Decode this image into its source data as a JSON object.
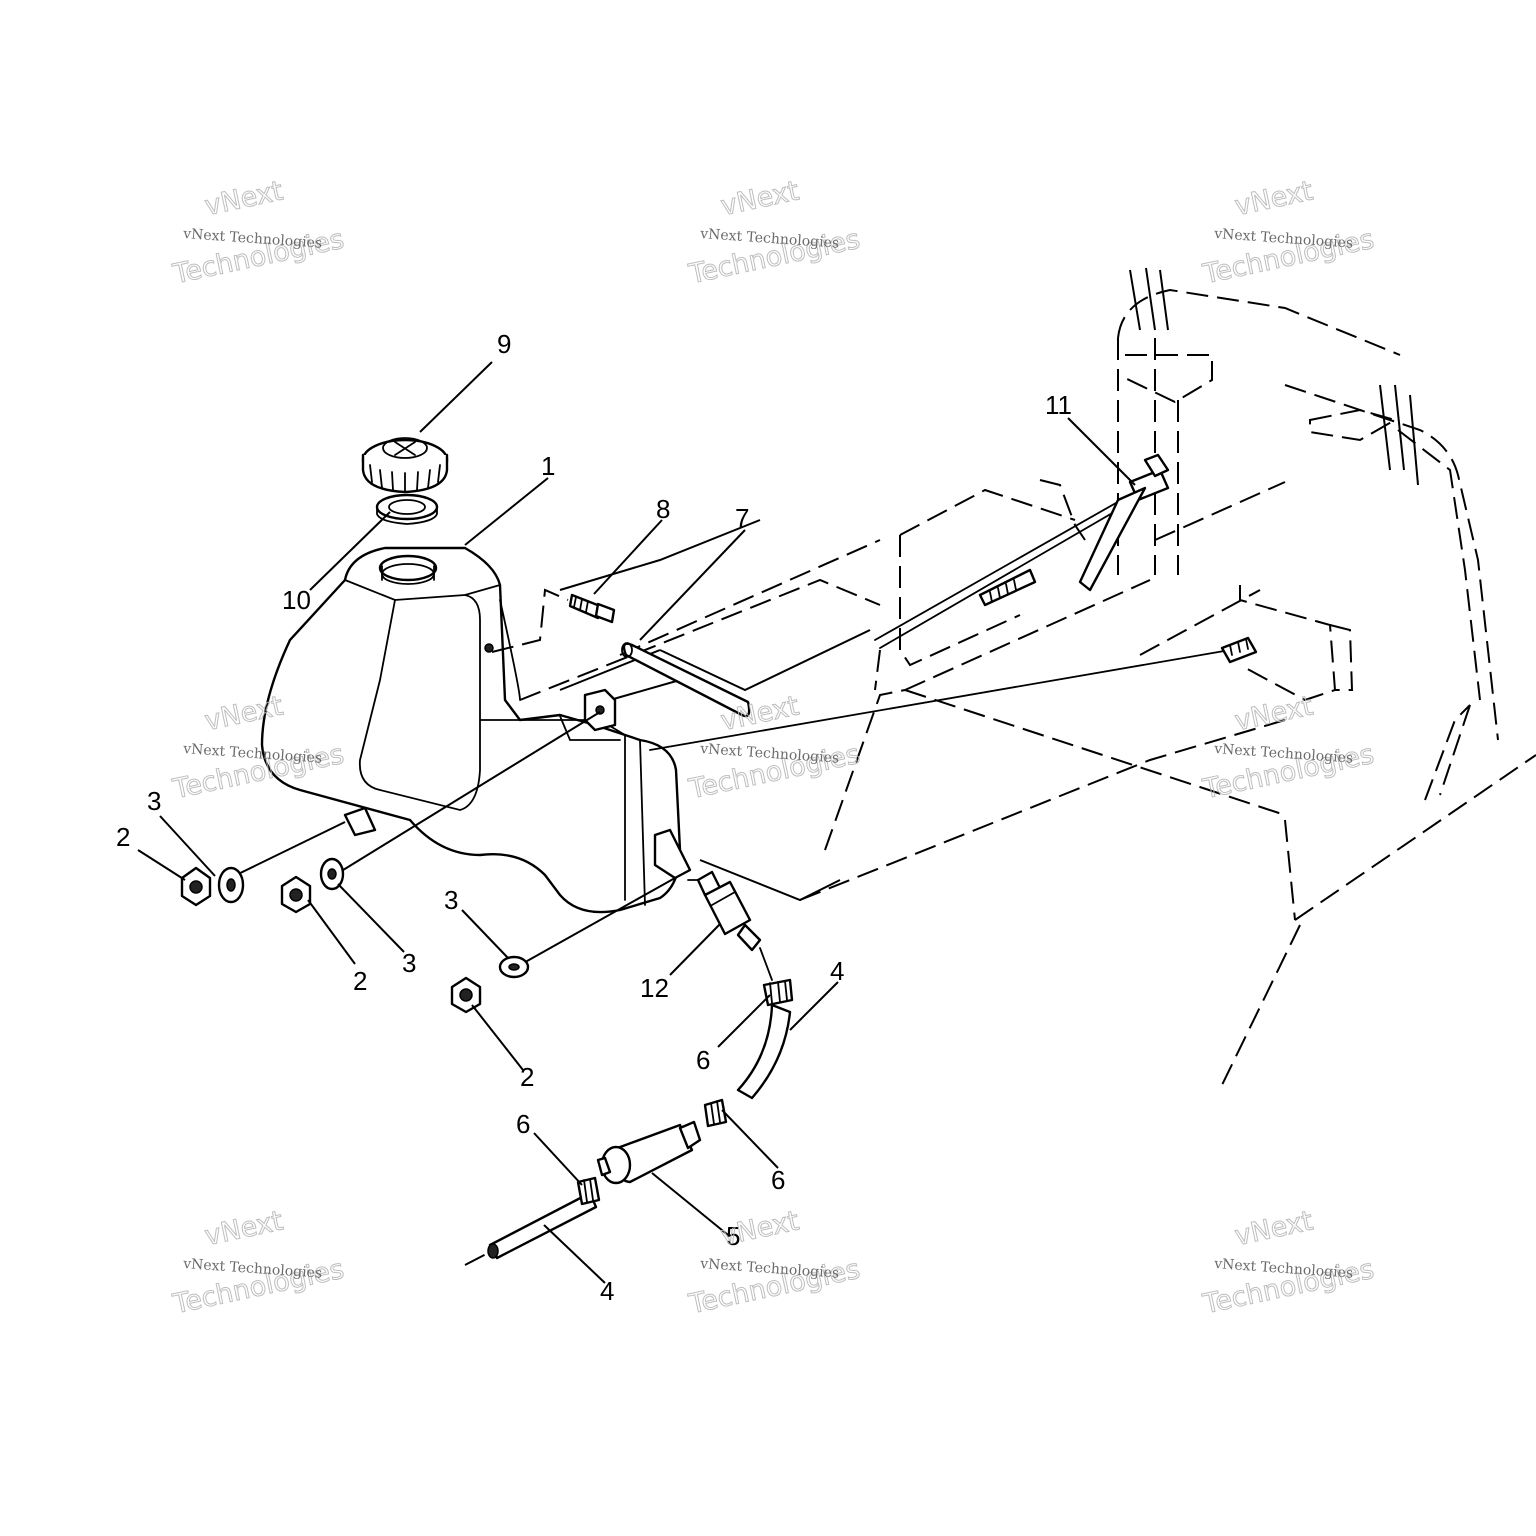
{
  "diagram": {
    "callouts": {
      "c1": "1",
      "c2a": "2",
      "c2b": "2",
      "c2c": "2",
      "c3a": "3",
      "c3b": "3",
      "c3c": "3",
      "c4a": "4",
      "c4b": "4",
      "c5": "5",
      "c6a": "6",
      "c6b": "6",
      "c6c": "6",
      "c7": "7",
      "c8": "8",
      "c9": "9",
      "c10": "10",
      "c11": "11",
      "c12": "12"
    },
    "watermark": {
      "small": "vNext Technologies",
      "big1": "vNext",
      "big2": "Technologies"
    }
  }
}
